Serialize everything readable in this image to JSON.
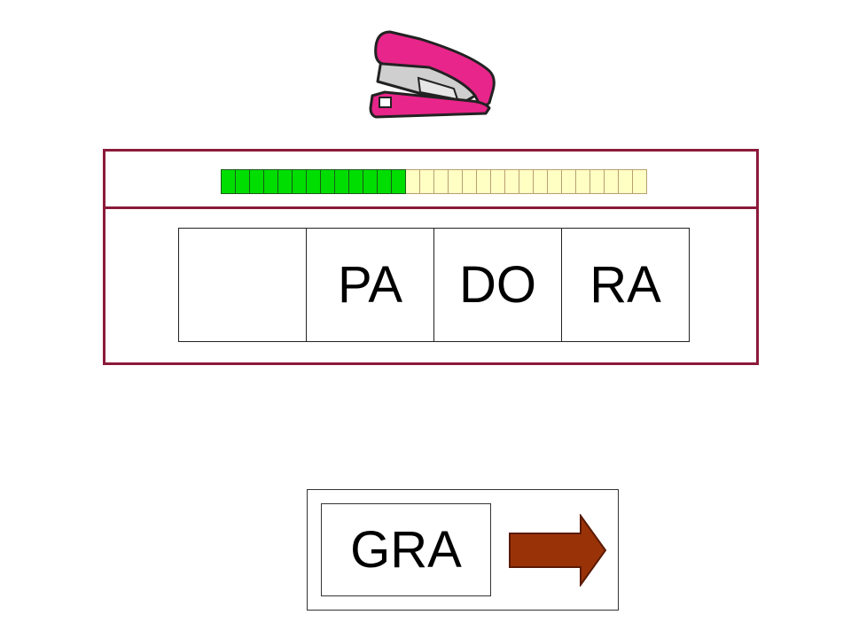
{
  "picture": {
    "icon": "stapler-icon",
    "color": "#e8258a"
  },
  "progress": {
    "done": 13,
    "total": 30,
    "done_color": "#00dd00",
    "todo_color": "#ffffc4"
  },
  "word_slots": [
    "",
    "PA",
    "DO",
    "RA"
  ],
  "answer": {
    "syllable": "GRA"
  },
  "next": {
    "icon": "arrow-right-icon",
    "color": "#9a3208"
  },
  "colors": {
    "frame": "#8b1a3a"
  }
}
